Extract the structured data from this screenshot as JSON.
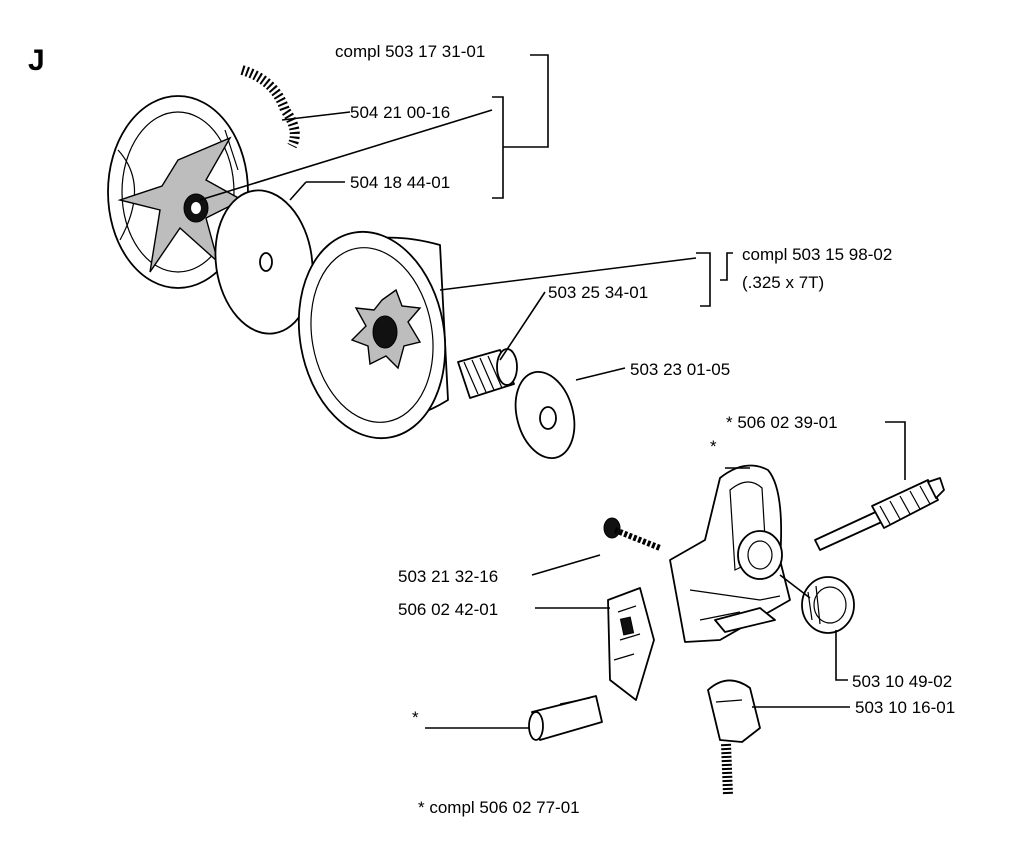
{
  "diagram": {
    "section_letter": "J",
    "labels": {
      "clutch_assembly": "compl 503 17 31-01",
      "spring": "504 21 00-16",
      "washer_plate": "504 18 44-01",
      "drum_assembly_line1": "compl 503 15 98-02",
      "drum_assembly_line2": "(.325 x 7T)",
      "needle_bearing": "503 25 34-01",
      "washer": "503 23 01-05",
      "oil_pump_shaft": "* 506 02 39-01",
      "pump_body": "*",
      "screw": "503 21 32-16",
      "worm_gear_cover": "506 02 42-01",
      "plug": "503 10 49-02",
      "hose_fitting": "503 10 16-01",
      "pin": "*",
      "oil_pump_assembly": "* compl 506 02 77-01"
    }
  }
}
